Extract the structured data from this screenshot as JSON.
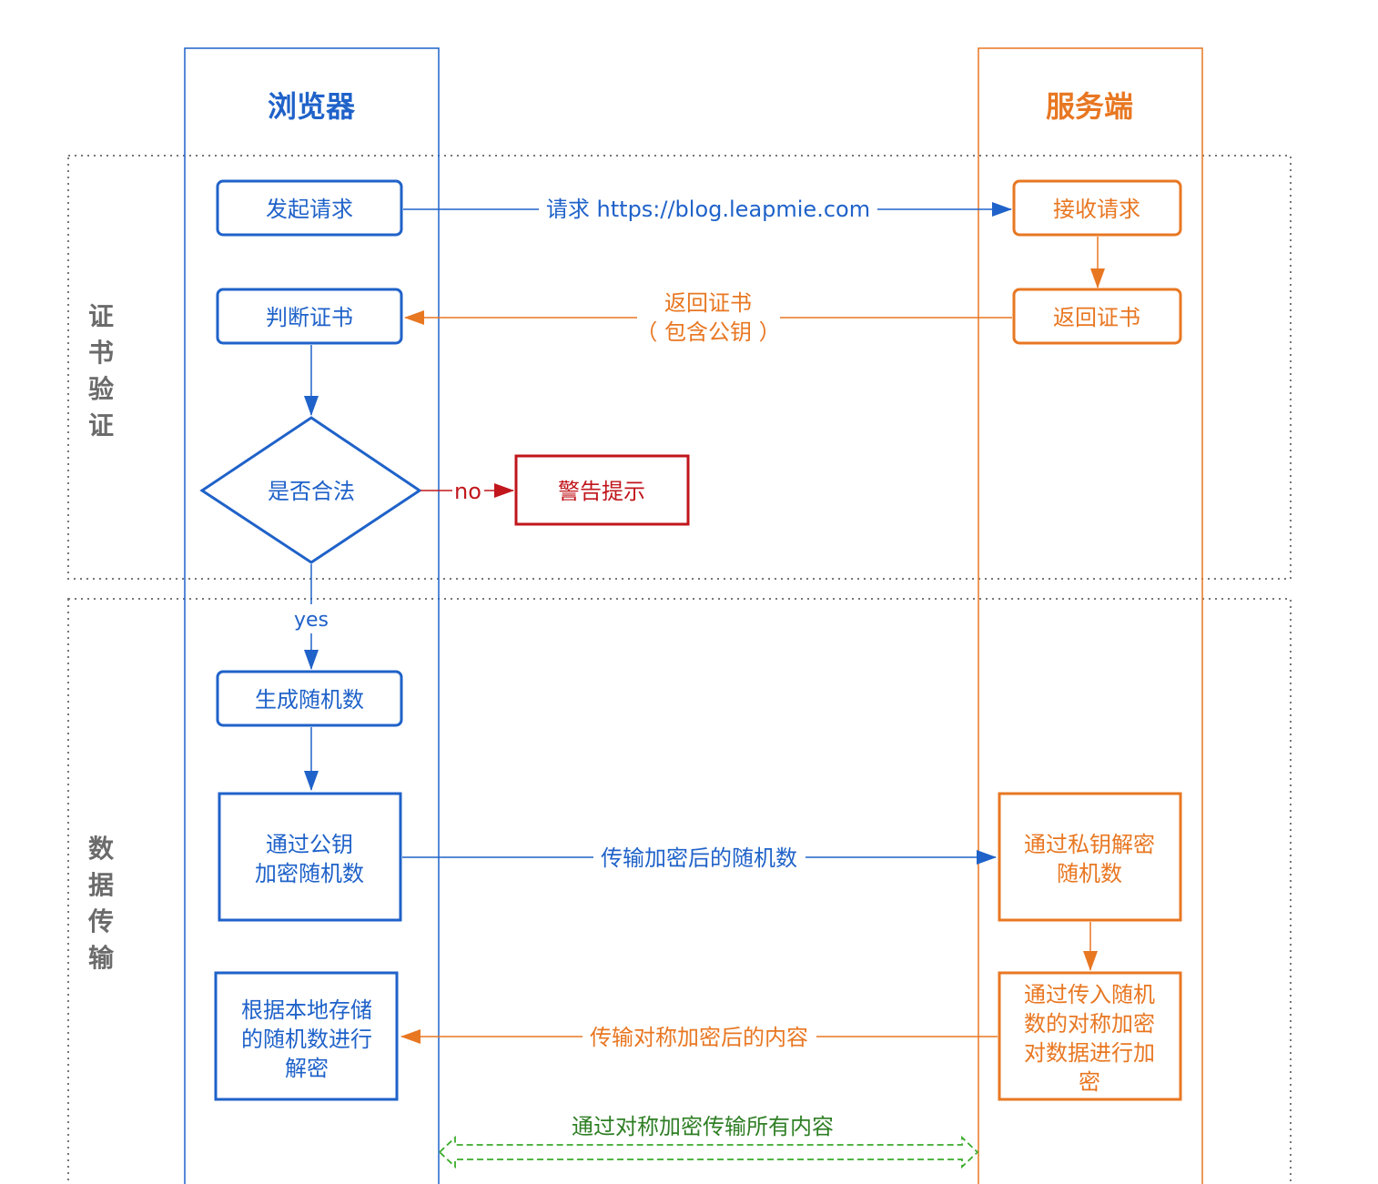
{
  "lanes": {
    "browser_title": "浏览器",
    "server_title": "服务端"
  },
  "sections": {
    "cert_label": [
      "证",
      "书",
      "验",
      "证"
    ],
    "data_label": [
      "数",
      "据",
      "传",
      "输"
    ]
  },
  "nodes": {
    "initiate": "发起请求",
    "receive": "接收请求",
    "judge_cert": "判断证书",
    "return_cert": "返回证书",
    "is_valid": "是否合法",
    "warning": "警告提示",
    "gen_random": "生成随机数",
    "encrypt_pub": [
      "通过公钥",
      "加密随机数"
    ],
    "decrypt_priv": [
      "通过私钥解密",
      "随机数"
    ],
    "decrypt_local": [
      "根据本地存储",
      "的随机数进行",
      "解密"
    ],
    "sym_encrypt": [
      "通过传入随机",
      "数的对称加密",
      "对数据进行加",
      "密"
    ]
  },
  "edges": {
    "request": "请求 https://blog.leapmie.com",
    "return_cert": [
      "返回证书",
      "（ 包含公钥 ）"
    ],
    "no": "no",
    "yes": "yes",
    "transfer_random": "传输加密后的随机数",
    "transfer_content": "传输对称加密后的内容",
    "sym_all": "通过对称加密传输所有内容"
  },
  "colors": {
    "blue": "#1f62c9",
    "orange": "#e87722",
    "red": "#c0161c",
    "green": "#3aab2a",
    "grey": "#777777",
    "section_text": "#6b6b6b"
  }
}
